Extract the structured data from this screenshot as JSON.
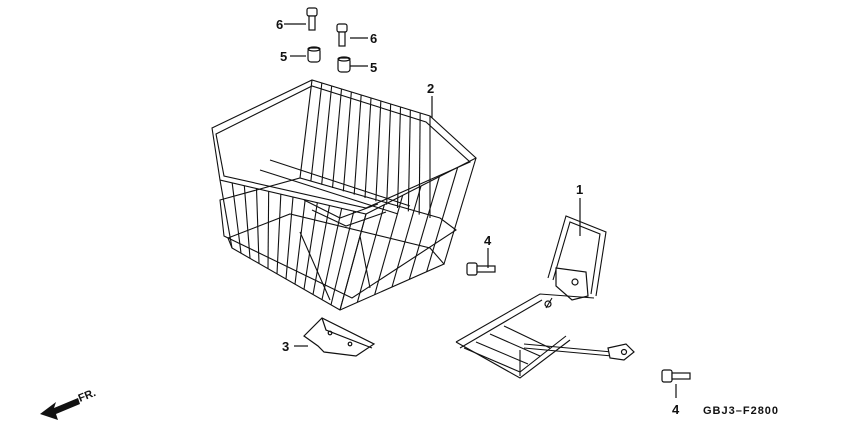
{
  "diagram": {
    "drawing_code": "GBJ3–F2800",
    "front_indicator": "FR.",
    "callouts": [
      {
        "id": "bracket",
        "label": "1"
      },
      {
        "id": "basket",
        "label": "2"
      },
      {
        "id": "plate",
        "label": "3"
      },
      {
        "id": "bolt-a",
        "label": "4"
      },
      {
        "id": "bolt-b",
        "label": "4"
      },
      {
        "id": "collar-a",
        "label": "5"
      },
      {
        "id": "collar-b",
        "label": "5"
      },
      {
        "id": "screw-a",
        "label": "6"
      },
      {
        "id": "screw-b",
        "label": "6"
      }
    ]
  }
}
